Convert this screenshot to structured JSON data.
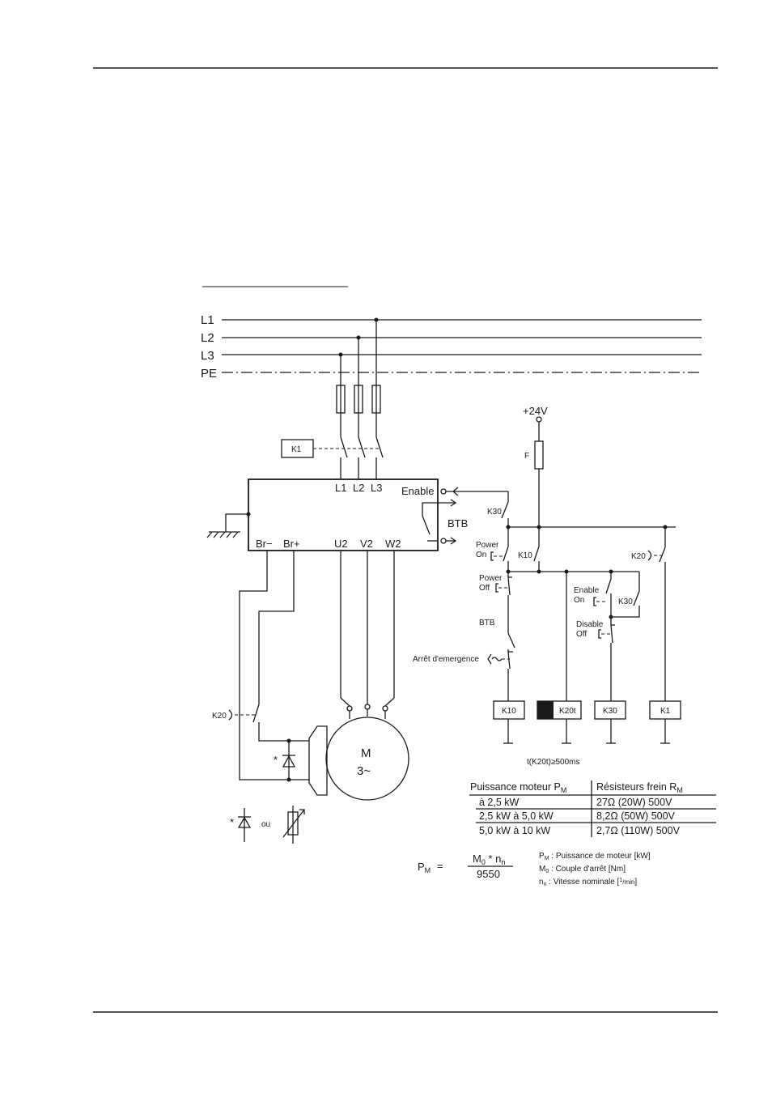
{
  "bus": {
    "l1": "L1",
    "l2": "L2",
    "l3": "L3",
    "pe": "PE"
  },
  "supply": {
    "v24": "+24V",
    "fuse": "F"
  },
  "drive": {
    "in_l1": "L1",
    "in_l2": "L2",
    "in_l3": "L3",
    "enable": "Enable",
    "btb": "BTB",
    "br_minus": "Br−",
    "br_plus": "Br+",
    "u2": "U2",
    "v2": "V2",
    "w2": "W2"
  },
  "motor": {
    "m": "M",
    "phase": "3~"
  },
  "contacts": {
    "k1": "K1",
    "k30": "K30",
    "k10": "K10",
    "k20": "K20",
    "power_on_1": "Power",
    "power_on_2": "On",
    "power_off_1": "Power",
    "power_off_2": "Off",
    "enable_on_1": "Enable",
    "enable_on_2": "On",
    "disable_off_1": "Disable",
    "disable_off_2": "Off",
    "btb": "BTB",
    "emergency": "Arrêt d'emergence",
    "k20_left": "K20"
  },
  "coils": {
    "k10": "K10",
    "k20t": "K20t",
    "k30": "K30",
    "k1": "K1"
  },
  "timing": "t(K20t)≥500ms",
  "alt": {
    "star": "*",
    "ou": "ou"
  },
  "table": {
    "h1": "Puissance moteur P",
    "h1_sub": "M",
    "h2": "Résisteurs frein R",
    "h2_sub": "M",
    "rows": [
      {
        "p": "à 2,5 kW",
        "r": "27Ω (20W) 500V"
      },
      {
        "p": "2,5 kW à 5,0 kW",
        "r": "8,2Ω (50W) 500V"
      },
      {
        "p": "5,0 kW à 10 kW",
        "r": "2,7Ω (110W) 500V"
      }
    ]
  },
  "formula": {
    "lhs": "P",
    "lhs_sub": "M",
    "eq": "=",
    "num": "M",
    "num_sub": "0",
    "num_star": " * n",
    "num_sub2": "n",
    "den": "9550",
    "legend": [
      {
        "sym": "P",
        "sub": "M",
        "text": " : Puissance de moteur [kW]"
      },
      {
        "sym": "M",
        "sub": "0",
        "text": " : Couple d'arrêt [Nm]"
      },
      {
        "sym": "n",
        "sub": "n",
        "text": " : Vitesse nominale [",
        "sup": "1",
        "unit": "/min",
        "end": "]"
      }
    ]
  }
}
